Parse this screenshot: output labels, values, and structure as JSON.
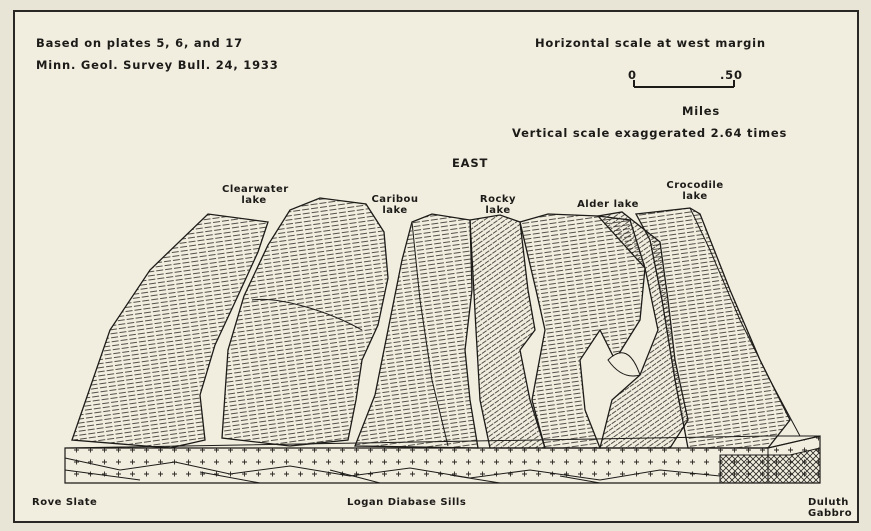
{
  "source": {
    "line1": "Based on plates 5, 6, and 17",
    "line2": "Minn. Geol. Survey Bull. 24, 1933"
  },
  "scale": {
    "title": "Horizontal scale at west margin",
    "tick_start": "0",
    "tick_end": ".50",
    "unit": "Miles",
    "vertical_note": "Vertical scale exaggerated  2.64 times"
  },
  "direction": "EAST",
  "lakes": {
    "clearwater_1": "Clearwater",
    "clearwater_2": "lake",
    "caribou_1": "Caribou",
    "caribou_2": "lake",
    "rocky_1": "Rocky",
    "rocky_2": "lake",
    "alder": "Alder lake",
    "crocodile_1": "Crocodile",
    "crocodile_2": "lake"
  },
  "formations": {
    "rove": "Rove  Slate",
    "logan": "Logan  Diabase  Sills",
    "duluth_1": "Duluth",
    "duluth_2": "Gabbro"
  },
  "colors": {
    "paper": "#f1eddf",
    "ink": "#1c1b18",
    "background": "#e9e5d6"
  }
}
